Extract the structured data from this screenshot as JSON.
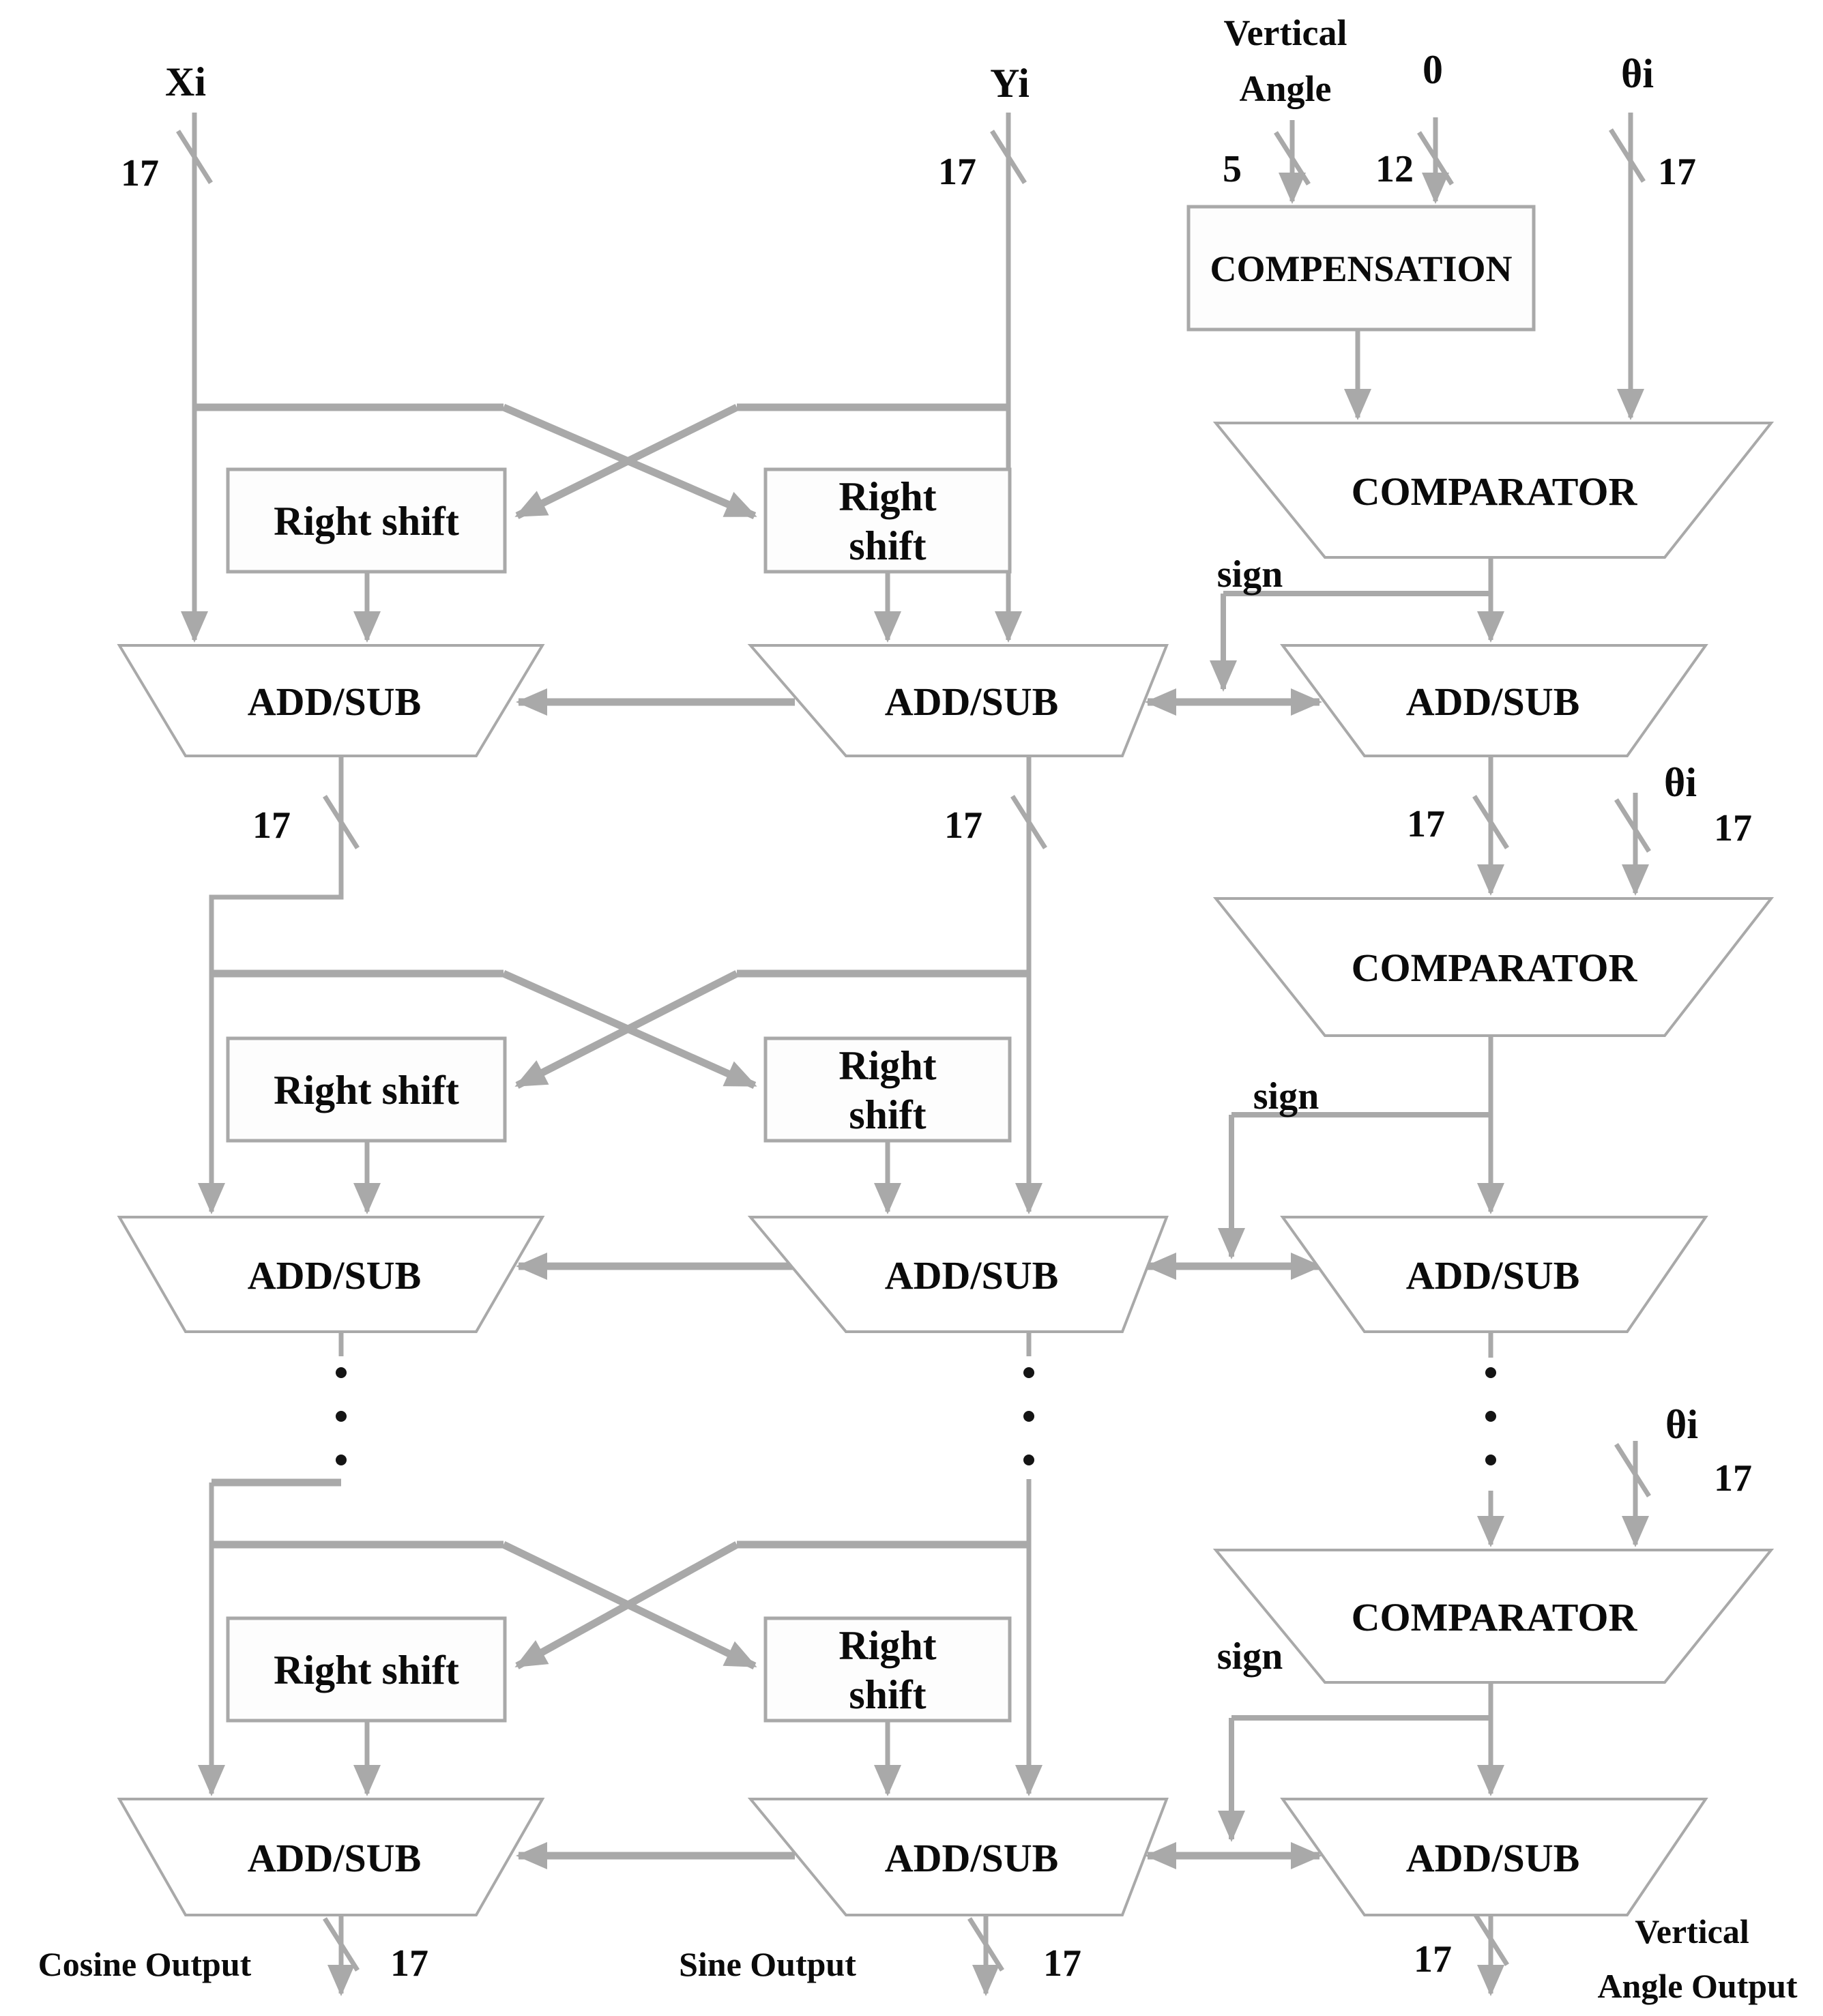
{
  "colors": {
    "wire": "#a9a9a9",
    "shape_border": "#a9a9a9",
    "text": "#0b0b0b",
    "background": "#ffffff",
    "dots": "#141414"
  },
  "inputs": {
    "xi": {
      "label": "Xi",
      "width": "17"
    },
    "yi": {
      "label": "Yi",
      "width": "17"
    },
    "vertical_angle": {
      "line1": "Vertical",
      "line2": "Angle",
      "width": "5"
    },
    "zero": {
      "label": "0",
      "width": "12"
    },
    "theta": {
      "label": "θi",
      "width": "17"
    }
  },
  "blocks": {
    "compensation": "COMPENSATION",
    "comparator": "COMPARATOR",
    "add_sub": "ADD/SUB",
    "right_shift": "Right shift",
    "right_shift_l1": "Right",
    "right_shift_l2": "shift"
  },
  "interstage": {
    "sign": "sign",
    "x_width": "17",
    "y_width": "17",
    "angle_width": "17",
    "theta2": {
      "label": "θi",
      "width": "17"
    },
    "theta3": {
      "label": "θi",
      "width": "17"
    }
  },
  "outputs": {
    "cosine": {
      "label": "Cosine Output",
      "width": "17"
    },
    "sine": {
      "label": "Sine Output",
      "width": "17"
    },
    "vertical_angle": {
      "line1": "Vertical",
      "line2": "Angle Output",
      "width": "17"
    }
  }
}
